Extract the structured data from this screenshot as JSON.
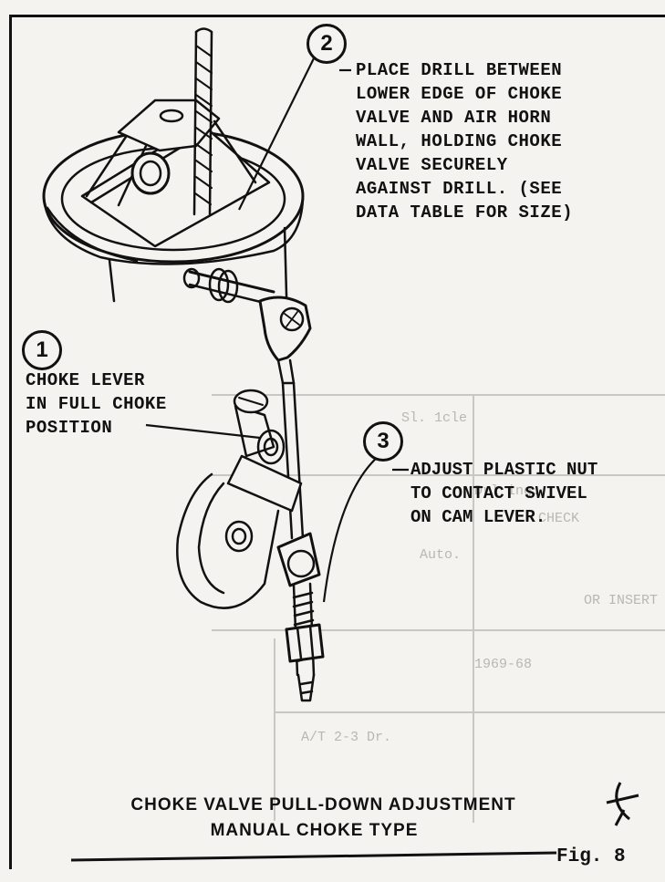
{
  "callouts": [
    {
      "number": "1",
      "lines": [
        "CHOKE LEVER",
        "IN FULL CHOKE",
        "POSITION"
      ]
    },
    {
      "number": "2",
      "lines": [
        "PLACE DRILL BETWEEN",
        "LOWER EDGE OF CHOKE",
        "VALVE AND AIR HORN",
        "WALL, HOLDING CHOKE",
        "VALVE SECURELY",
        "AGAINST DRILL. (SEE",
        "DATA TABLE FOR SIZE)"
      ]
    },
    {
      "number": "3",
      "lines": [
        "ADJUST PLASTIC NUT",
        "TO CONTACT SWIVEL",
        "ON CAM LEVER."
      ]
    }
  ],
  "caption": {
    "line1": "CHOKE VALVE PULL-DOWN ADJUSTMENT",
    "line2": "MANUAL CHOKE TYPE"
  },
  "figure_label": "Fig. 8"
}
